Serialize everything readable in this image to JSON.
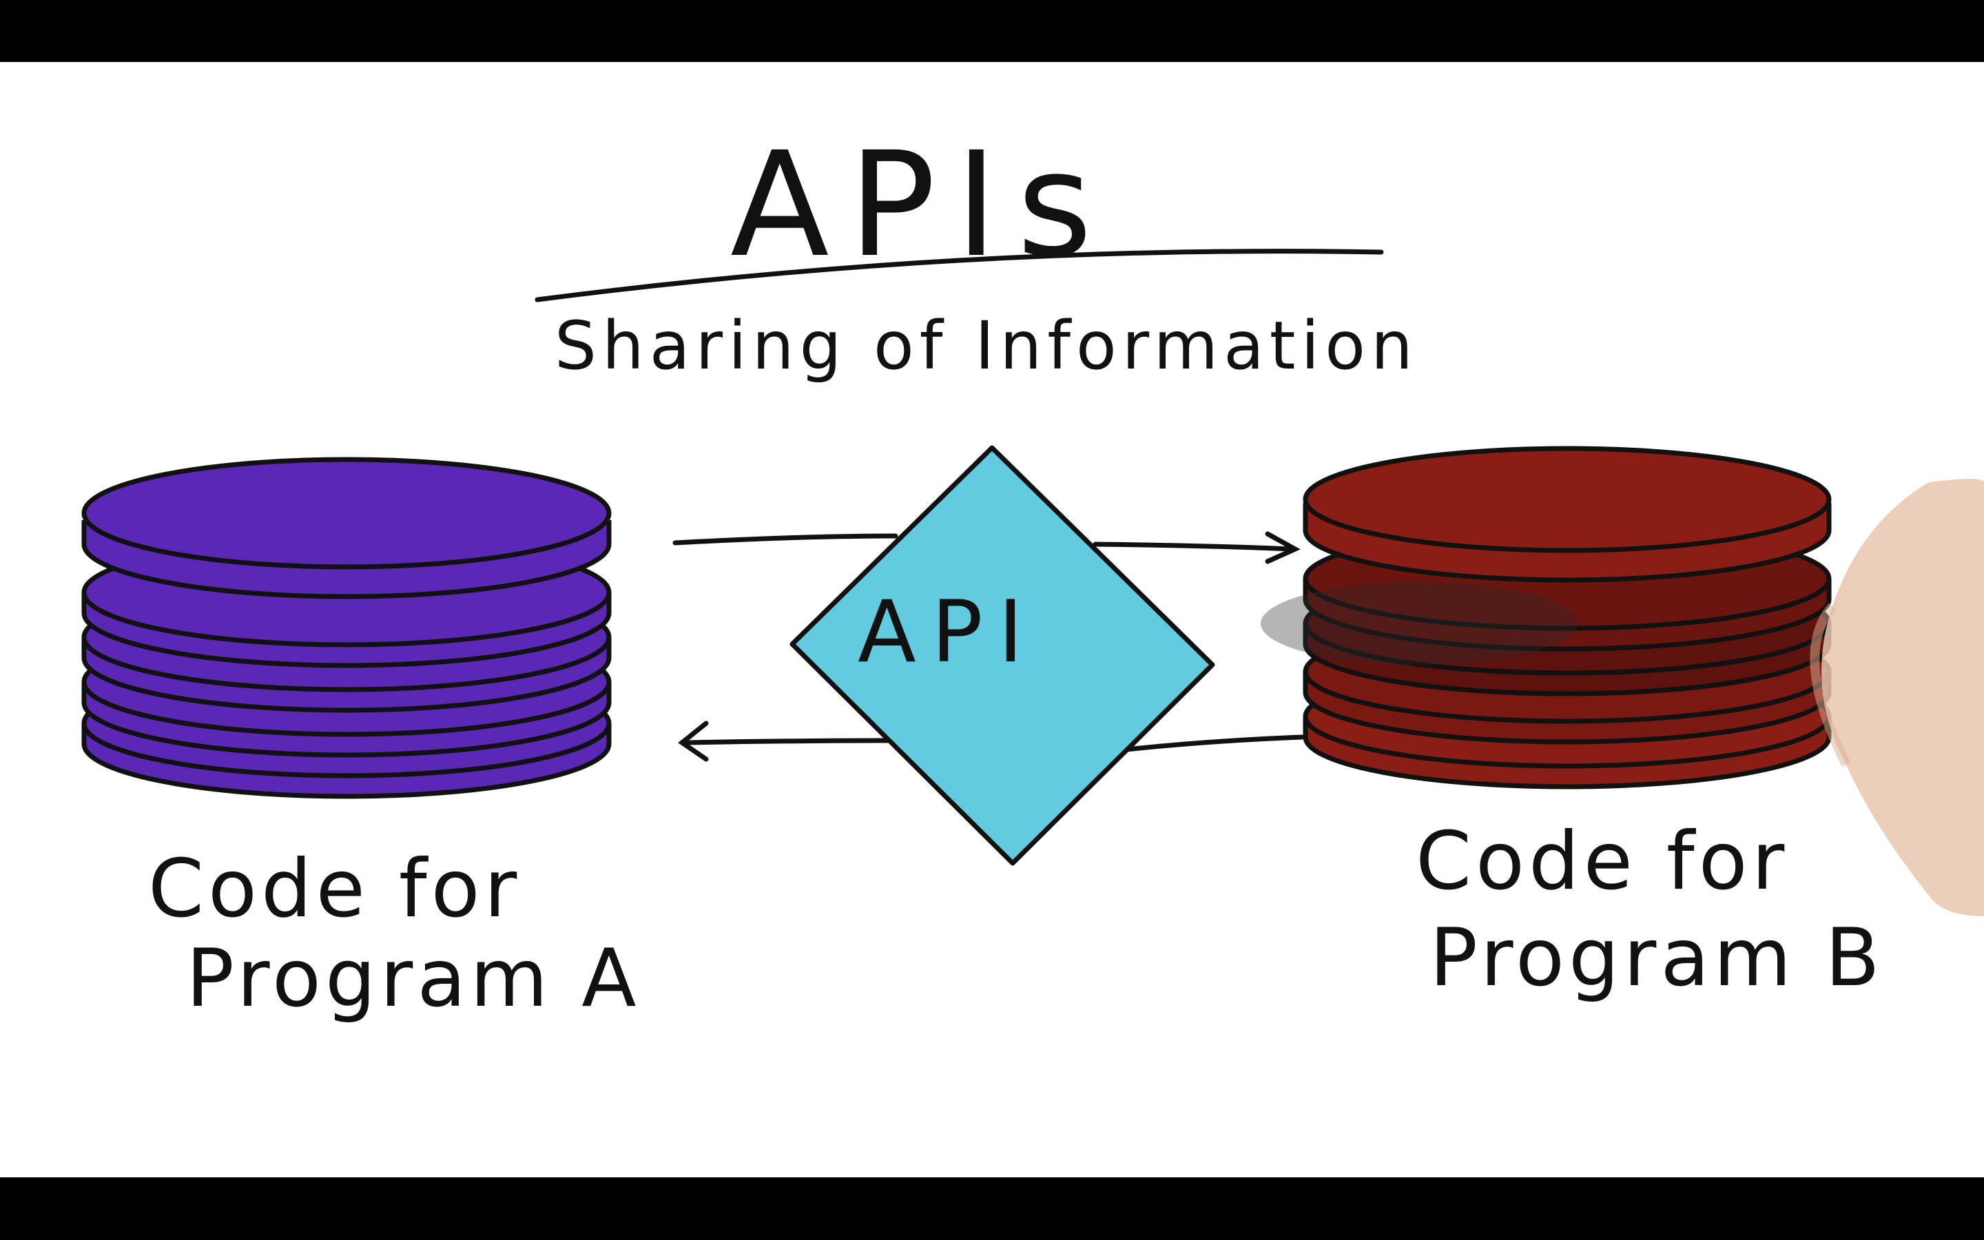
{
  "title": "APIs",
  "subtitle": "Sharing of Information",
  "api": {
    "label": "API",
    "color": "#62cbe0"
  },
  "program_a": {
    "caption_line1": "Code for",
    "caption_line2": "Program A",
    "color": "#5b27b5"
  },
  "program_b": {
    "caption_line1": "Code for",
    "caption_line2": "Program B",
    "color": "#8a1d14"
  },
  "colors": {
    "ink": "#111111",
    "background": "#ffffff",
    "letterbox": "#000000"
  }
}
